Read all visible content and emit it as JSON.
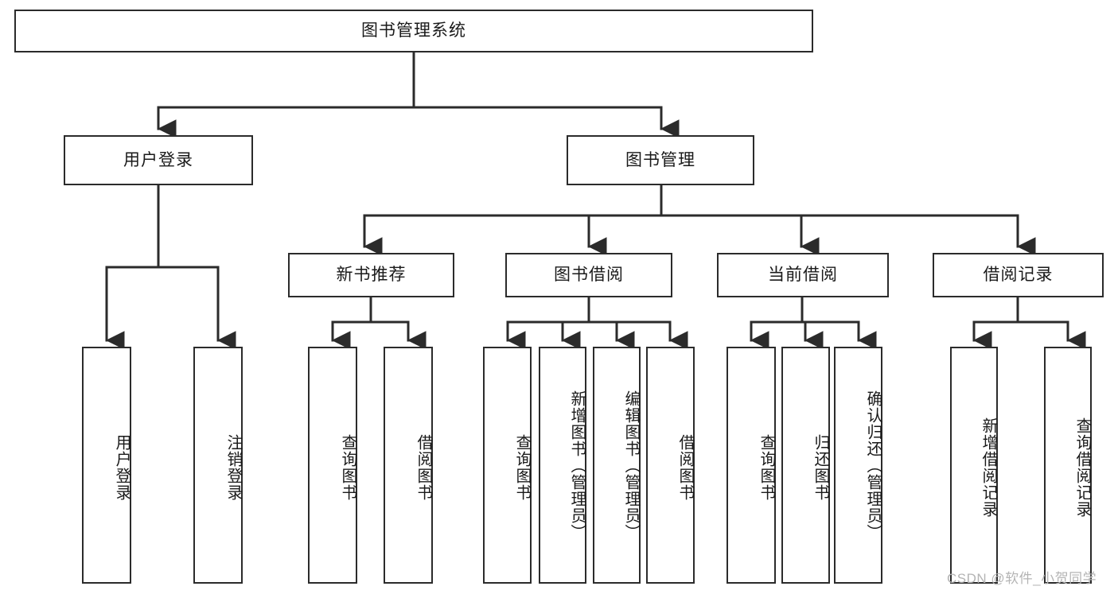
{
  "diagram": {
    "title": "图书管理系统",
    "type": "hierarchy-tree",
    "colors": {
      "box_border": "#2b2b2b",
      "box_fill": "#ffffff",
      "connector": "#2b2b2b",
      "watermark": "#b4b4b4"
    },
    "levels": {
      "root": {
        "label": "图书管理系统"
      },
      "level2": [
        {
          "label": "用户登录"
        },
        {
          "label": "图书管理"
        }
      ],
      "level3": [
        {
          "label": "新书推荐"
        },
        {
          "label": "图书借阅"
        },
        {
          "label": "当前借阅"
        },
        {
          "label": "借阅记录"
        }
      ],
      "leaves": {
        "user_login": [
          {
            "label": "用户登录"
          },
          {
            "label": "注销登录"
          }
        ],
        "new_book_recommend": [
          {
            "label": "查询图书"
          },
          {
            "label": "借阅图书"
          }
        ],
        "book_borrow": [
          {
            "label": "查询图书"
          },
          {
            "label": "新增图书（管理员）"
          },
          {
            "label": "编辑图书（管理员）"
          },
          {
            "label": "借阅图书"
          }
        ],
        "current_borrow": [
          {
            "label": "查询图书"
          },
          {
            "label": "归还图书"
          },
          {
            "label": "确认归还（管理员）"
          }
        ],
        "borrow_record": [
          {
            "label": "新增借阅记录"
          },
          {
            "label": "查询借阅记录"
          }
        ]
      }
    }
  },
  "watermark": {
    "text": "CSDN @软件_小贺同学"
  }
}
